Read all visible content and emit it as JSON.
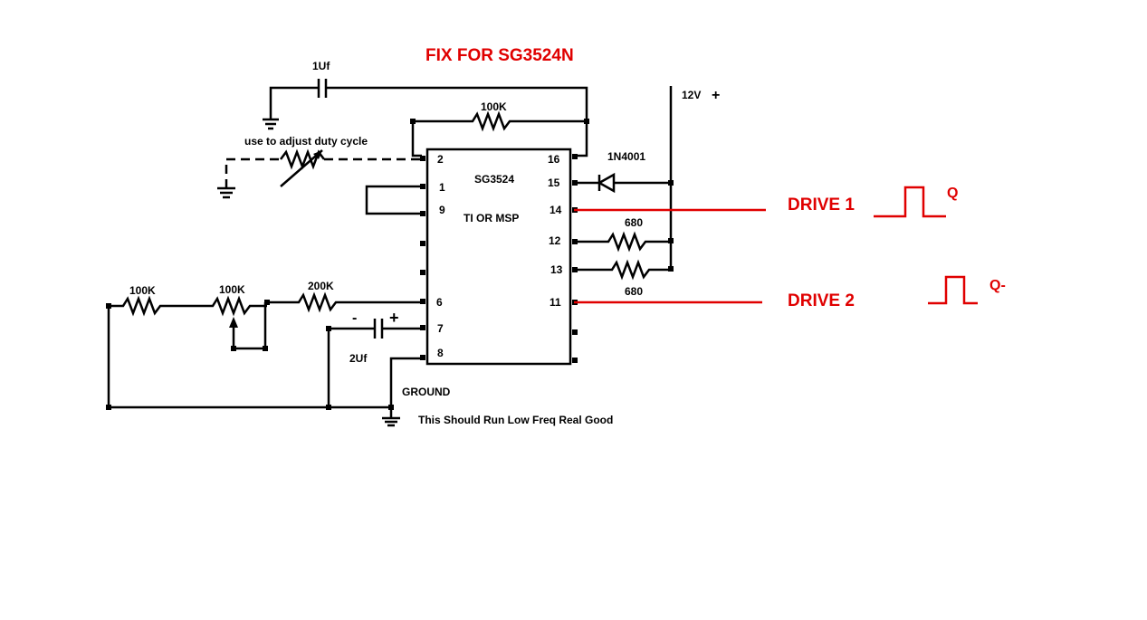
{
  "title": "FIX FOR SG3524N",
  "colors": {
    "accent": "#e00000",
    "wire": "#000000",
    "background": "#ffffff"
  },
  "ic": {
    "name": "SG3524",
    "maker": "TI OR MSP",
    "left_pins": [
      "2",
      "1",
      "9",
      "6",
      "7",
      "8"
    ],
    "right_pins": [
      "16",
      "15",
      "14",
      "12",
      "13",
      "11"
    ]
  },
  "components": {
    "cap_top": "1Uf",
    "res_feedback": "100K",
    "diode": "1N4001",
    "supply": "12V",
    "supply_sign": "+",
    "res_680_a": "680",
    "res_680_b": "680",
    "res_100k_a": "100K",
    "pot_100k": "100K",
    "res_200k": "200K",
    "cap_2uf": "2Uf",
    "cap_minus": "-",
    "cap_plus": "+"
  },
  "notes": {
    "duty_cycle": "use to adjust duty cycle",
    "ground": "GROUND",
    "comment": "This Should Run Low Freq Real Good"
  },
  "outputs": {
    "drive1": "DRIVE 1",
    "drive1_signal": "Q",
    "drive2": "DRIVE 2",
    "drive2_signal": "Q-"
  }
}
